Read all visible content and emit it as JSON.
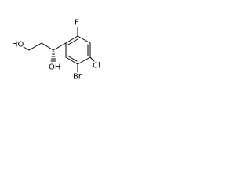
{
  "molecule": {
    "atoms": {
      "fluorine": "F",
      "hydroxyl_terminal": "HO",
      "hydroxyl_benzylic": "OH",
      "bromine": "Br",
      "chlorine": "Cl"
    },
    "stereo_bond": "hashed wedge"
  }
}
